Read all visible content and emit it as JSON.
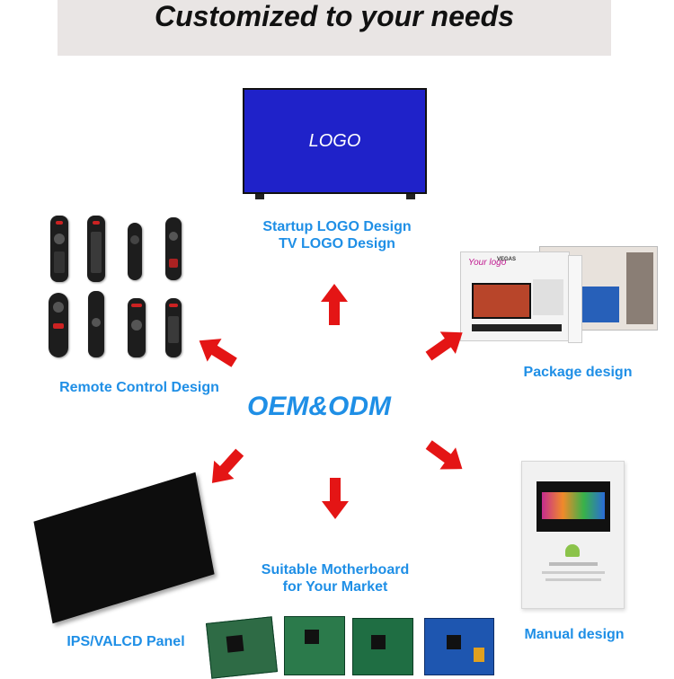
{
  "banner": {
    "title": "Customized to your needs"
  },
  "tv": {
    "screen_text": "LOGO"
  },
  "labels": {
    "startup_line1": "Startup LOGO Design",
    "startup_line2": "TV LOGO Design",
    "remote": "Remote Control Design",
    "package": "Package design",
    "center": "OEM&ODM",
    "motherboard_line1": "Suitable Motherboard",
    "motherboard_line2": "for Your Market",
    "panel": "IPS/VALCD Panel",
    "manual": "Manual design"
  },
  "package": {
    "brand": "VEGAS",
    "logo_text": "Your logo"
  },
  "colors": {
    "accent": "#1f8fe6",
    "arrow": "#e41515",
    "screen": "#1f22c9",
    "banner": "#e9e5e4"
  },
  "icons": [
    "arrow-up-icon",
    "arrow-left-icon",
    "arrow-right-up-icon",
    "arrow-down-left-icon",
    "arrow-down-icon",
    "arrow-down-right-icon"
  ]
}
